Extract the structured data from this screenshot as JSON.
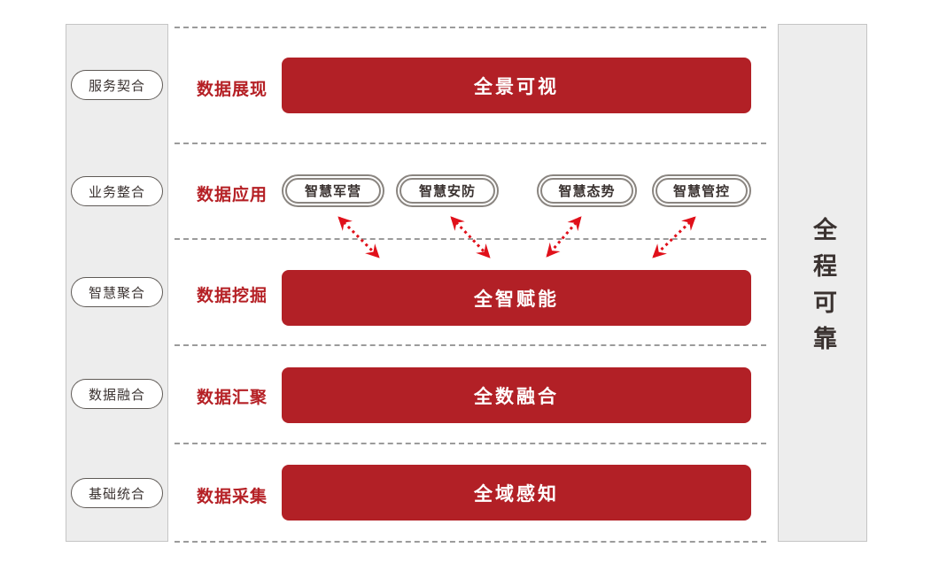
{
  "diagram": {
    "left_sidebar": {
      "items": [
        "服务契合",
        "业务整合",
        "智慧聚合",
        "数据融合",
        "基础统合"
      ]
    },
    "right_sidebar": {
      "label": "全程可靠"
    },
    "rows": [
      {
        "label": "数据展现",
        "bar": "全景可视"
      },
      {
        "label": "数据应用",
        "pills": [
          "智慧军营",
          "智慧安防",
          "智慧态势",
          "智慧管控"
        ]
      },
      {
        "label": "数据挖掘",
        "bar": "全智赋能"
      },
      {
        "label": "数据汇聚",
        "bar": "全数融合"
      },
      {
        "label": "数据采集",
        "bar": "全域感知"
      }
    ],
    "colors": {
      "bar_red": "#b22026",
      "label_red": "#b52025",
      "arrow_red": "#e0101a",
      "sidebar_bg": "#ededed",
      "sidebar_border": "#c5c5c5",
      "dark_text": "#3a3230"
    }
  }
}
